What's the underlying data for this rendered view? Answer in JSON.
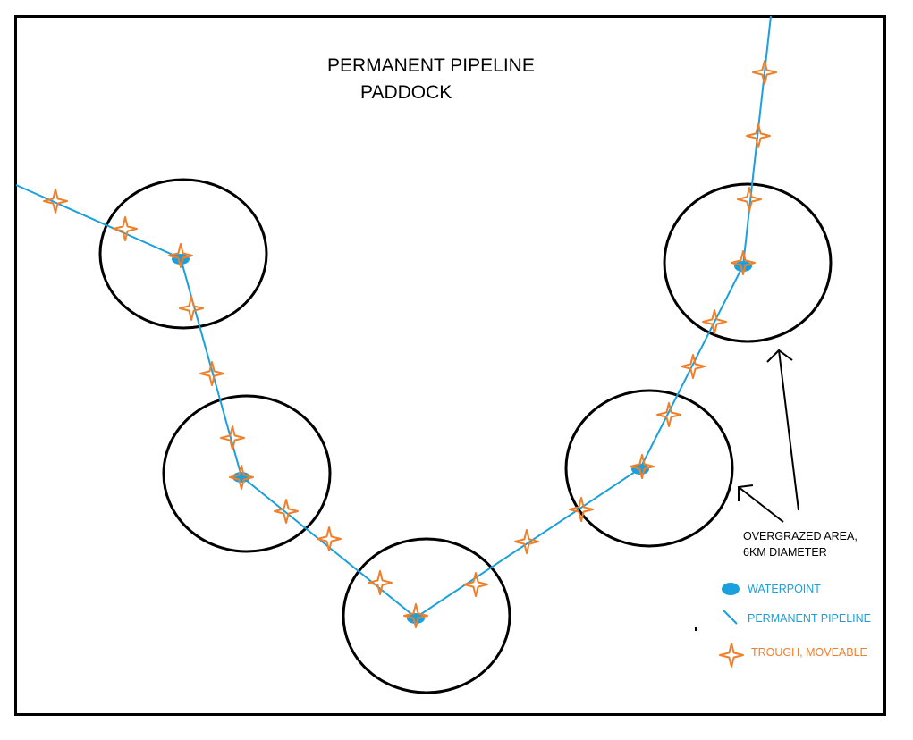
{
  "title": {
    "line1": "PERMANENT PIPELINE",
    "line2": "PADDOCK"
  },
  "annotation": {
    "line1": "OVERGRAZED AREA,",
    "line2": "6KM DIAMETER"
  },
  "legend": {
    "waterpoint": "WATERPOINT",
    "pipeline": "PERMANENT PIPELINE",
    "trough": "TROUGH, MOVEABLE"
  },
  "colors": {
    "pipeline": "#1aa0dc",
    "waterpoint": "#1aa0dc",
    "trough": "#f07f2a",
    "border": "#000000",
    "circle": "#000000"
  },
  "icons": {
    "waterpoint": "blue-ellipse",
    "trough": "orange-four-point-star",
    "arrow": "black-arrow"
  }
}
